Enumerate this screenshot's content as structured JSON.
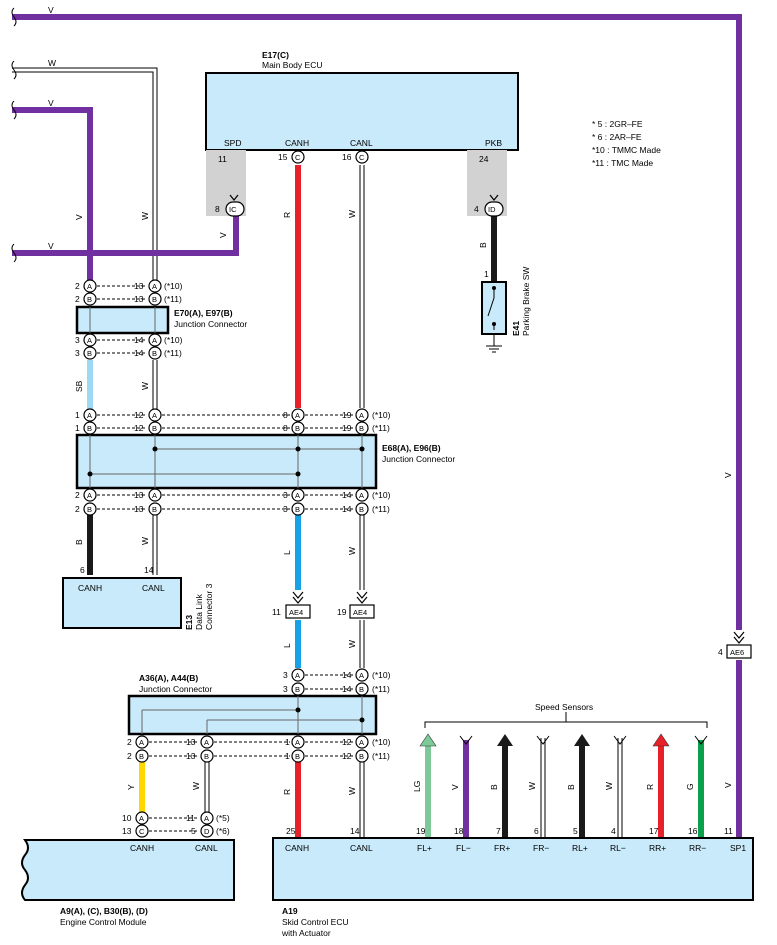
{
  "colors": {
    "V": "#7030a0",
    "R": "#e8202a",
    "W": "#ffffff",
    "SB": "#9dd8f4",
    "B": "#1a1a1a",
    "L": "#17a2e6",
    "Y": "#ffd700",
    "LG": "#7dc99a",
    "G": "#0aa04c",
    "box": "#c9eafa",
    "shade": "#d2d2d2"
  },
  "notes": [
    "* 5 : 2GR–FE",
    "* 6 : 2AR–FE",
    "*10 : TMMC Made",
    "*11 : TMC Made"
  ],
  "components": {
    "e17": {
      "code": "E17(C)",
      "name": "Main Body ECU",
      "pins": {
        "spd": "SPD",
        "canh": "CANH",
        "canl": "CANL",
        "pkb": "PKB"
      }
    },
    "e70": {
      "code": "E70(A), E97(B)",
      "name": "Junction Connector"
    },
    "e68": {
      "code": "E68(A), E96(B)",
      "name": "Junction Connector"
    },
    "a36": {
      "code": "A36(A), A44(B)",
      "name": "Junction Connector"
    },
    "e13": {
      "code": "E13",
      "name1": "Data Link",
      "name2": "Connector 3",
      "pins": {
        "canh": "CANH",
        "canl": "CANL"
      }
    },
    "e41": {
      "code": "E41",
      "name": "Parking Brake SW"
    },
    "a9": {
      "code": "A9(A), (C), B30(B), (D)",
      "name": "Engine Control Module",
      "pins": {
        "canh": "CANH",
        "canl": "CANL"
      }
    },
    "a19": {
      "code": "A19",
      "name1": "Skid Control ECU",
      "name2": "with Actuator",
      "pins": {
        "canh": "CANH",
        "canl": "CANL",
        "flp": "FL+",
        "flm": "FL−",
        "frp": "FR+",
        "frm": "FR−",
        "rlp": "RL+",
        "rlm": "RL−",
        "rrp": "RR+",
        "rrm": "RR−",
        "sp1": "SP1"
      }
    }
  },
  "speed_sensors_label": "Speed Sensors",
  "wire_labels": {
    "V": "V",
    "W": "W",
    "R": "R",
    "B": "B",
    "SB": "SB",
    "L": "L",
    "Y": "Y",
    "LG": "LG",
    "G": "G"
  },
  "pins": {
    "n11": "11",
    "n15": "15",
    "n16": "16",
    "n24": "24",
    "n8": "8",
    "n4": "4",
    "n1": "1",
    "n2": "2",
    "n3": "3",
    "n12": "12",
    "n13": "13",
    "n14": "14",
    "n19": "19",
    "n6": "6",
    "n10": "10",
    "n5": "5",
    "n25": "25",
    "n18": "18",
    "n7": "7",
    "n17": "17",
    "n16b": "16"
  },
  "letters": {
    "A": "A",
    "B": "B",
    "C": "C",
    "D": "D",
    "IC": "IC",
    "ID": "ID",
    "AE4": "AE4",
    "AE6": "AE6"
  },
  "tags": {
    "t10": "(*10)",
    "t11": "(*11)",
    "t5": "(*5)",
    "t6": "(*6)"
  }
}
